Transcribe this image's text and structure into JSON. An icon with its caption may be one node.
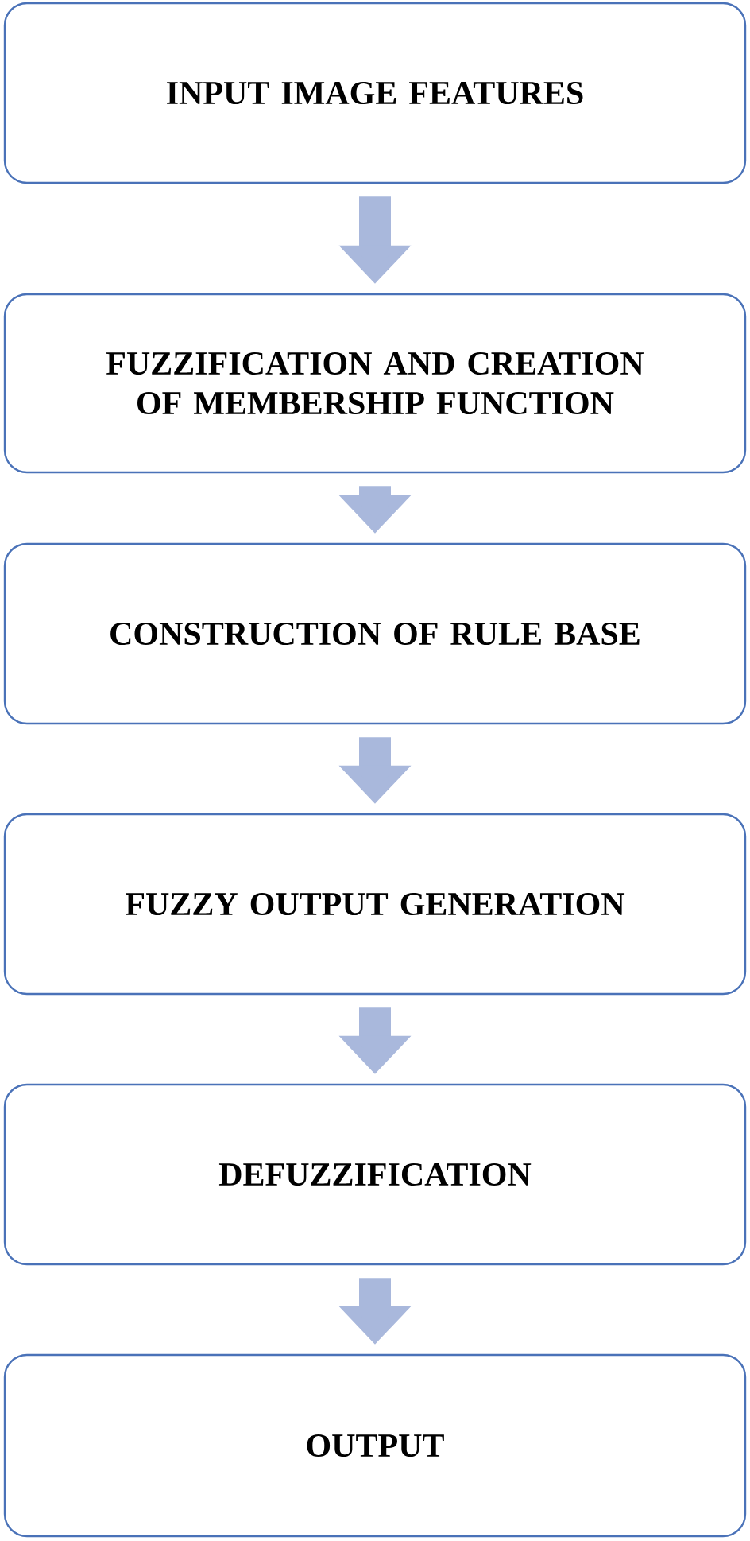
{
  "diagram": {
    "nodes": [
      {
        "text": [
          "INPUT IMAGE FEATURES"
        ]
      },
      {
        "text": [
          "FUZZIFICATION AND CREATION OF MEMBERSHIP FUNCTION"
        ]
      },
      {
        "text": [
          "CONSTRUCTION OF RULE BASE"
        ]
      },
      {
        "text": [
          "FUZZY OUTPUT GENERATION"
        ]
      },
      {
        "text": [
          "DEFUZZIFICATION"
        ]
      },
      {
        "text": [
          "OUTPUT"
        ]
      }
    ],
    "edges": [
      {
        "from": 0,
        "to": 1,
        "arrow": "to"
      },
      {
        "from": 1,
        "to": 2,
        "arrow": "to"
      },
      {
        "from": 2,
        "to": 3,
        "arrow": "to"
      },
      {
        "from": 3,
        "to": 4,
        "arrow": "to"
      },
      {
        "from": 4,
        "to": 5,
        "arrow": "to"
      }
    ]
  }
}
